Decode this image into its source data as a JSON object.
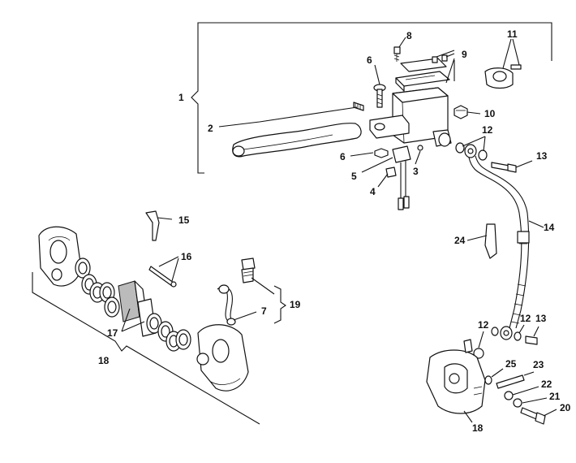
{
  "callouts": {
    "c1": "1",
    "c2": "2",
    "c3": "3",
    "c4": "4",
    "c5": "5",
    "c6a": "6",
    "c6b": "6",
    "c7": "7",
    "c8": "8",
    "c9": "9",
    "c10": "10",
    "c11": "11",
    "c12a": "12",
    "c12b": "12",
    "c12c": "12",
    "c13a": "13",
    "c13b": "13",
    "c14": "14",
    "c15": "15",
    "c16": "16",
    "c17": "17",
    "c18a": "18",
    "c18b": "18",
    "c19": "19",
    "c20": "20",
    "c21": "21",
    "c22": "22",
    "c23": "23",
    "c24": "24",
    "c25": "25"
  },
  "colors": {
    "ink": "#111111",
    "paper": "#ffffff"
  }
}
